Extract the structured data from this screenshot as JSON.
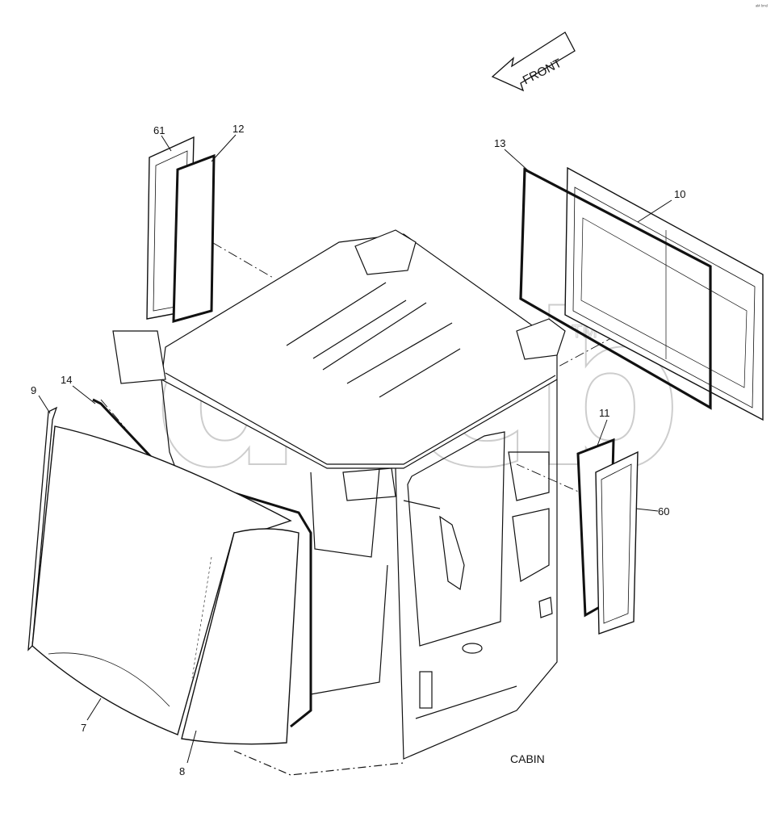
{
  "diagram": {
    "caption": "CABIN",
    "direction_label": "FRONT",
    "watermark": "drcb",
    "watermark_tm": "TM",
    "corner_mark": "ᵃᴹ ᵇᵐᵈ",
    "callouts": [
      {
        "id": "61",
        "label": "61"
      },
      {
        "id": "12",
        "label": "12"
      },
      {
        "id": "13",
        "label": "13"
      },
      {
        "id": "10",
        "label": "10"
      },
      {
        "id": "9",
        "label": "9"
      },
      {
        "id": "14",
        "label": "14"
      },
      {
        "id": "11",
        "label": "11"
      },
      {
        "id": "60",
        "label": "60"
      },
      {
        "id": "7",
        "label": "7"
      },
      {
        "id": "8",
        "label": "8"
      }
    ]
  }
}
